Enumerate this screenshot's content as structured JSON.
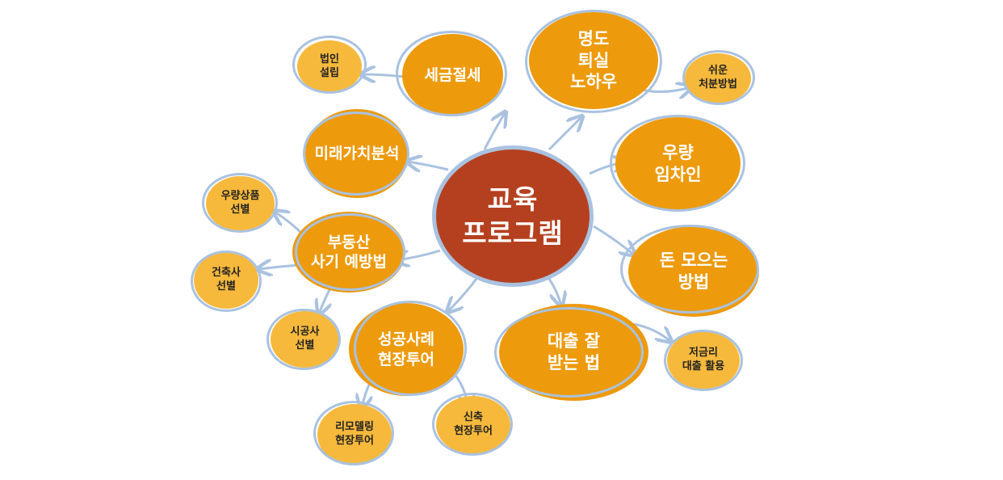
{
  "center": {
    "label": "교육\n프로그램"
  },
  "topics": [
    {
      "id": "tax",
      "label": "세금절세"
    },
    {
      "id": "exit",
      "label": "명도\n퇴실\n노하우"
    },
    {
      "id": "tenant",
      "label": "우량\n임차인"
    },
    {
      "id": "saving",
      "label": "돈 모으는\n방법"
    },
    {
      "id": "loan",
      "label": "대출 잘\n받는 법"
    },
    {
      "id": "cases",
      "label": "성공사례\n현장투어"
    },
    {
      "id": "fraud",
      "label": "부동산\n사기 예방법"
    },
    {
      "id": "value",
      "label": "미래가치분석"
    }
  ],
  "subtopics": [
    {
      "id": "corp",
      "label": "법인\n설립"
    },
    {
      "id": "easy",
      "label": "쉬운\n처분방법"
    },
    {
      "id": "lowrate",
      "label": "저금리\n대출 활용"
    },
    {
      "id": "newbuild",
      "label": "신축\n현장투어"
    },
    {
      "id": "remodel",
      "label": "리모델링\n현장투어"
    },
    {
      "id": "contractor",
      "label": "시공사\n선별"
    },
    {
      "id": "architect",
      "label": "건축사\n선별"
    },
    {
      "id": "product",
      "label": "우량상품\n선별"
    }
  ],
  "colors": {
    "center_fill": "#b5401f",
    "topic_fill": "#ed9a0c",
    "subtopic_fill": "#f7b93c",
    "connector": "#a9c2e0"
  }
}
